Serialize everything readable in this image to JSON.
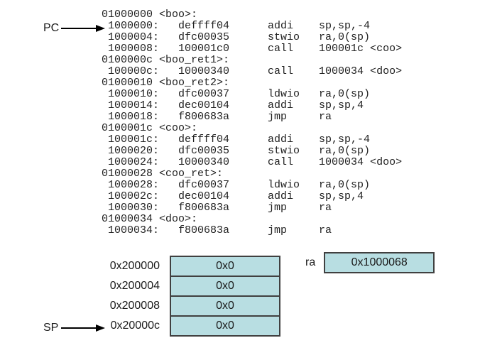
{
  "disassembly": {
    "lines": [
      "01000000 <boo>:",
      " 1000000:   deffff04      addi    sp,sp,-4",
      " 1000004:   dfc00035      stwio   ra,0(sp)",
      " 1000008:   100001c0      call    100001c <coo>",
      "0100000c <boo_ret1>:",
      " 100000c:   10000340      call    1000034 <doo>",
      "01000010 <boo_ret2>:",
      " 1000010:   dfc00037      ldwio   ra,0(sp)",
      " 1000014:   dec00104      addi    sp,sp,4",
      " 1000018:   f800683a      jmp     ra",
      "0100001c <coo>:",
      " 100001c:   deffff04      addi    sp,sp,-4",
      " 1000020:   dfc00035      stwio   ra,0(sp)",
      " 1000024:   10000340      call    1000034 <doo>",
      "01000028 <coo_ret>:",
      " 1000028:   dfc00037      ldwio   ra,0(sp)",
      " 100002c:   dec00104      addi    sp,sp,4",
      " 1000030:   f800683a      jmp     ra",
      "01000034 <doo>:",
      " 1000034:   f800683a      jmp     ra"
    ]
  },
  "pointers": {
    "pc_label": "PC",
    "sp_label": "SP"
  },
  "stack": {
    "rows": [
      {
        "address": "0x200000",
        "value": "0x0"
      },
      {
        "address": "0x200004",
        "value": "0x0"
      },
      {
        "address": "0x200008",
        "value": "0x0"
      },
      {
        "address": "0x20000c",
        "value": "0x0"
      }
    ]
  },
  "register": {
    "label": "ra",
    "value": "0x1000068"
  },
  "colors": {
    "cell_fill": "#b8dee2",
    "cell_border": "#404040",
    "text": "#1a1a1a",
    "background": "#ffffff"
  }
}
